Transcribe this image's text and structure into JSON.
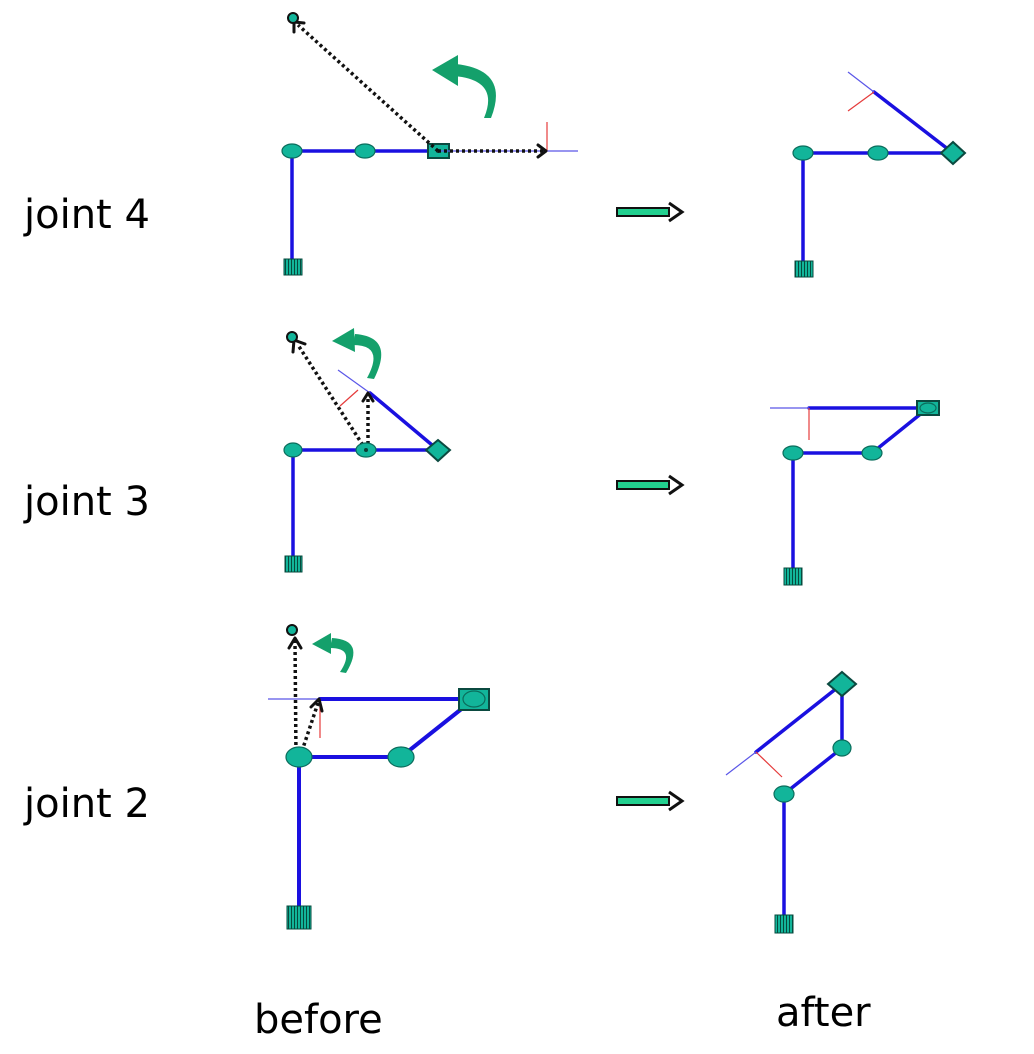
{
  "rows": [
    {
      "id": "joint4",
      "label": "joint 4"
    },
    {
      "id": "joint3",
      "label": "joint 3"
    },
    {
      "id": "joint2",
      "label": "joint 2"
    }
  ],
  "columns": {
    "before": "before",
    "after": "after"
  },
  "colors": {
    "link": "#1a10e0",
    "joint": "#12b59a",
    "rotation_arrow": "#14a06b",
    "transition_arrow": "#22d08f",
    "frame_x_axis": "#5a56e8",
    "frame_y_axis": "#e53b3b",
    "target_ray": "#111111"
  },
  "icons": {
    "rotation": "curved-rotation-arrow-icon",
    "transition": "right-arrow-icon",
    "base": "striped-base-icon",
    "target": "target-point-icon"
  }
}
